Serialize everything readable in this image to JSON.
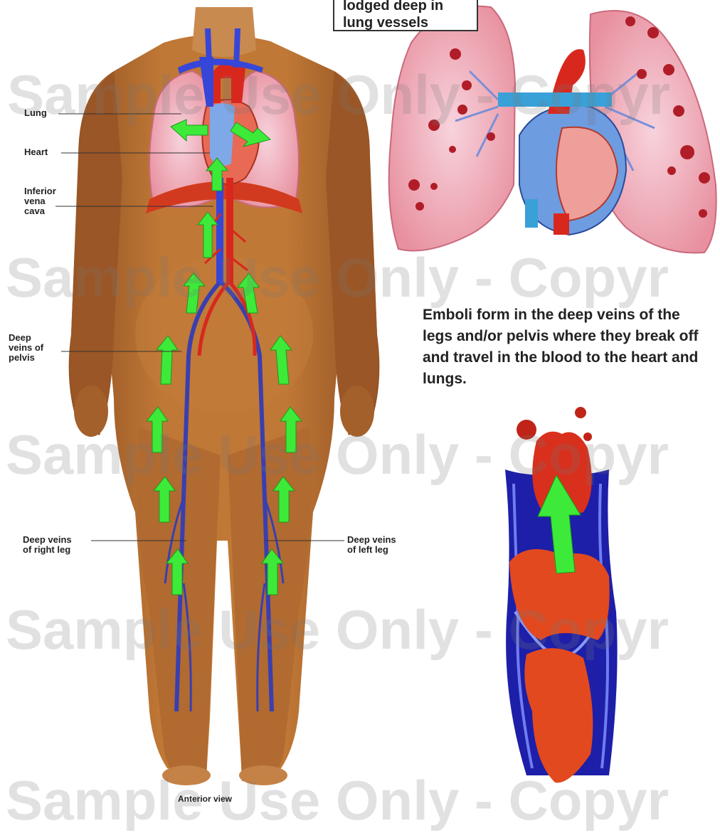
{
  "callout": {
    "line1": "lodged deep in",
    "line2": "lung vessels"
  },
  "labels": {
    "lung": "Lung",
    "heart": "Heart",
    "ivc": [
      "Inferior",
      "vena",
      "cava"
    ],
    "pelvis": [
      "Deep",
      "veins of",
      "pelvis"
    ],
    "right_leg": [
      "Deep veins",
      "of right leg"
    ],
    "left_leg": [
      "Deep veins",
      "of left leg"
    ]
  },
  "description": "Emboli form in the deep veins of the legs and/or pelvis where they break off and travel in the blood to the heart and lungs.",
  "caption": "Anterior view",
  "watermark": {
    "row1": "Sample Use Only - Copyr",
    "row2": "Sample Use Only - Copyr",
    "row3": "Sample Use Only - Copyr",
    "row4": "Sample Use Only - Copyr",
    "row5": "Sample Use Only - Copyr"
  },
  "colors": {
    "skin": "#b5692e",
    "skin_dark": "#8a4a1d",
    "lung": "#f2b7c4",
    "vein": "#3a3fb0",
    "artery": "#d8281e",
    "arrow": "#3dea3a",
    "clot": "#d8301c"
  }
}
